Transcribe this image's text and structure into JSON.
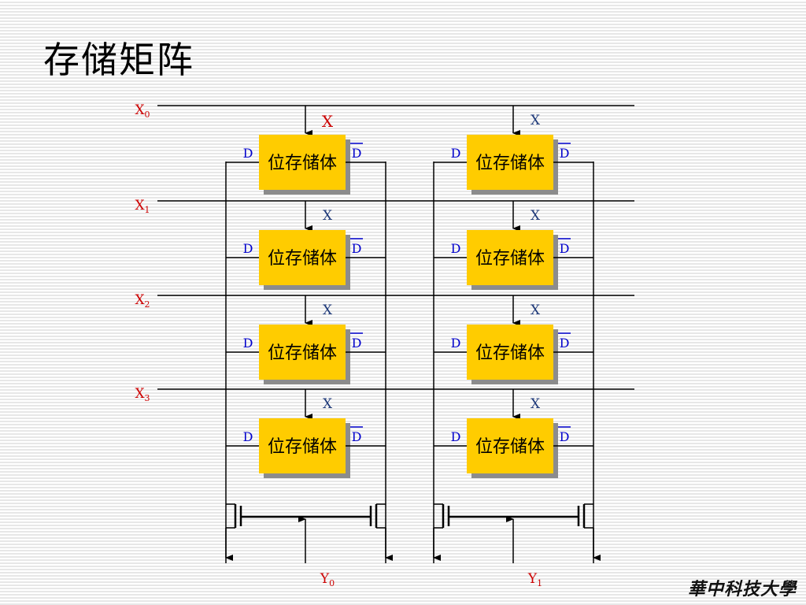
{
  "slide": {
    "title": "存储矩阵",
    "institution": "華中科技大學"
  },
  "diagram": {
    "cell_label": "位存储体",
    "cell_select_label": "X",
    "data_label": "D",
    "data_bar_label": "D",
    "rows": [
      {
        "base": "X",
        "sub": "0"
      },
      {
        "base": "X",
        "sub": "1"
      },
      {
        "base": "X",
        "sub": "2"
      },
      {
        "base": "X",
        "sub": "3"
      }
    ],
    "columns": [
      {
        "base": "Y",
        "sub": "0"
      },
      {
        "base": "Y",
        "sub": "1"
      }
    ],
    "colors": {
      "row_label": "#cc0000",
      "col_label": "#cc0000",
      "first_select_label": "#cc0000",
      "select_label": "#1f3a7a",
      "data_label": "#0000cc",
      "cell_fill": "#ffcc00",
      "cell_shadow": "#8c8c8c",
      "line": "#000000"
    }
  }
}
